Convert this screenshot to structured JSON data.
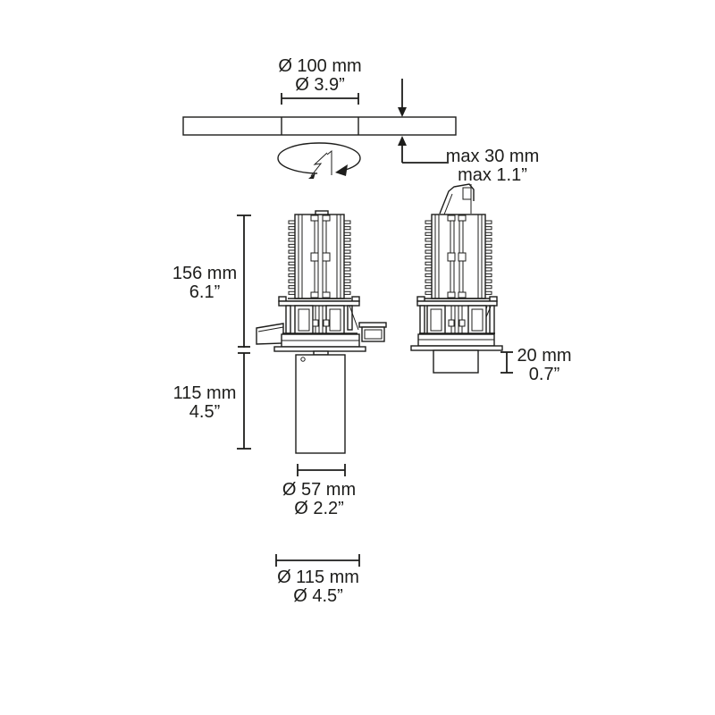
{
  "drawing": {
    "background": "#ffffff",
    "line_color": "#1d1d1b",
    "labels": {
      "cutout": {
        "metric": "Ø 100 mm",
        "imperial": "Ø 3.9”"
      },
      "ceiling_max": {
        "metric": "max 30 mm",
        "imperial": "max 1.1”"
      },
      "height_above_ceiling": {
        "metric": "156 mm",
        "imperial": "6.1”"
      },
      "height_below_ceiling": {
        "metric": "115 mm",
        "imperial": "4.5”"
      },
      "flange_depth": {
        "metric": "20 mm",
        "imperial": "0.7”"
      },
      "tube_diameter": {
        "metric": "Ø 57 mm",
        "imperial": "Ø 2.2”"
      },
      "trim_diameter": {
        "metric": "Ø 115 mm",
        "imperial": "Ø 4.5”"
      }
    },
    "icons": {
      "rotation": "rotation-arrow-icon",
      "power": "lightning-bolt-icon"
    }
  }
}
